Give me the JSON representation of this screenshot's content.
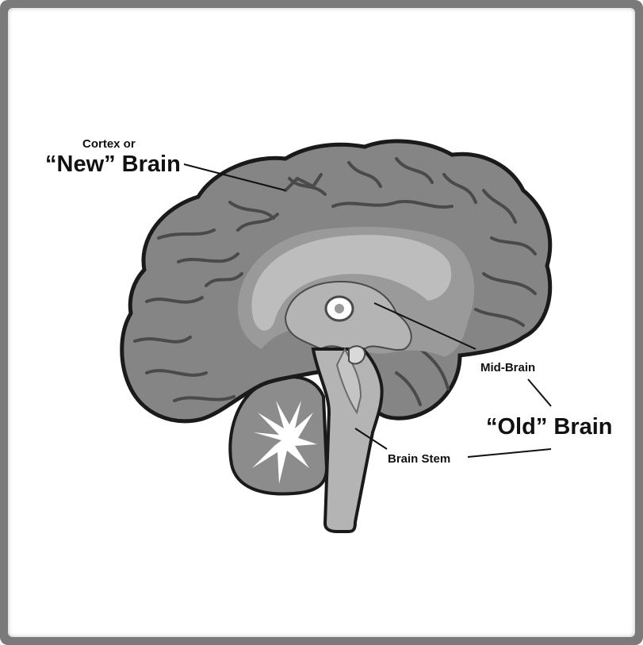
{
  "labels": {
    "cortex_line1": "Cortex or",
    "cortex_line2": "“New” Brain",
    "mid_brain": "Mid-Brain",
    "old_brain": "“Old” Brain",
    "brain_stem": "Brain Stem"
  },
  "colors": {
    "frame": "#7a7a7a",
    "cortex": "#858585",
    "inner_gray": "#9a9a9a",
    "corpus_callosum": "#bdbdbd",
    "brainstem": "#b4b4b4",
    "cerebellum": "#8c8c8c",
    "outline": "#1a1a1a"
  }
}
